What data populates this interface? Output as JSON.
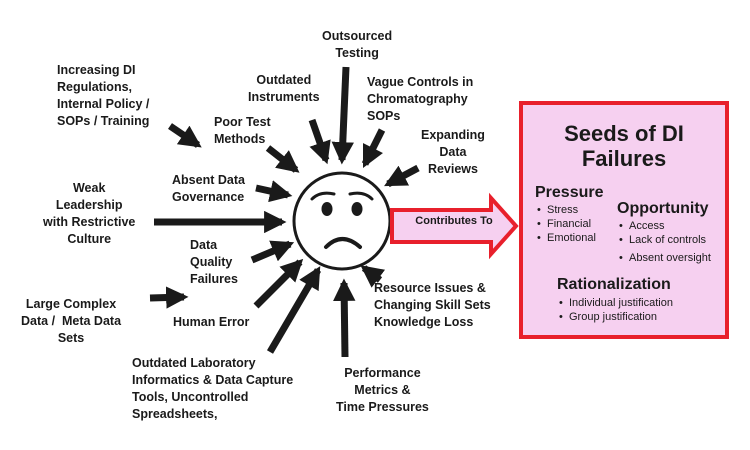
{
  "factors": {
    "outsourced": "Outsourced\nTesting",
    "regulations": "Increasing DI\nRegulations,\nInternal Policy /\nSOPs / Training",
    "instruments": "Outdated\nInstruments",
    "vague": "Vague Controls in\nChromatography\nSOPs",
    "poor_test": "Poor Test\nMethods",
    "expanding": "Expanding\nData\nReviews",
    "absent_gov": "Absent Data\nGovernance",
    "leadership": "Weak\nLeadership\nwith Restrictive\nCulture",
    "data_quality": "Data\nQuality\nFailures",
    "large_complex": "Large Complex\nData /  Meta Data\nSets",
    "human_error": "Human Error",
    "resource": "Resource Issues &\nChanging Skill Sets\nKnowledge Loss",
    "informatics": "Outdated Laboratory\nInformatics & Data Capture\nTools, Uncontrolled\nSpreadsheets,",
    "performance": "Performance\nMetrics &\nTime Pressures"
  },
  "arrow_label": "Contributes To",
  "seeds": {
    "title": "Seeds of DI\nFailures",
    "pressure": {
      "heading": "Pressure",
      "items": [
        "Stress",
        "Financial",
        "Emotional"
      ]
    },
    "opportunity": {
      "heading": "Opportunity",
      "items": [
        "Access",
        "Lack of controls",
        "Absent oversight"
      ]
    },
    "rationalization": {
      "heading": "Rationalization",
      "items": [
        "Individual justification",
        "Group justification"
      ]
    }
  },
  "colors": {
    "border": "#e8202c",
    "box_fill": "#f6d0f0",
    "arrow_fill": "#f6d0f0",
    "arrow_stroke": "#e8202c",
    "text": "#1a1a1a"
  },
  "icons": {
    "center": "worried-face-icon"
  }
}
